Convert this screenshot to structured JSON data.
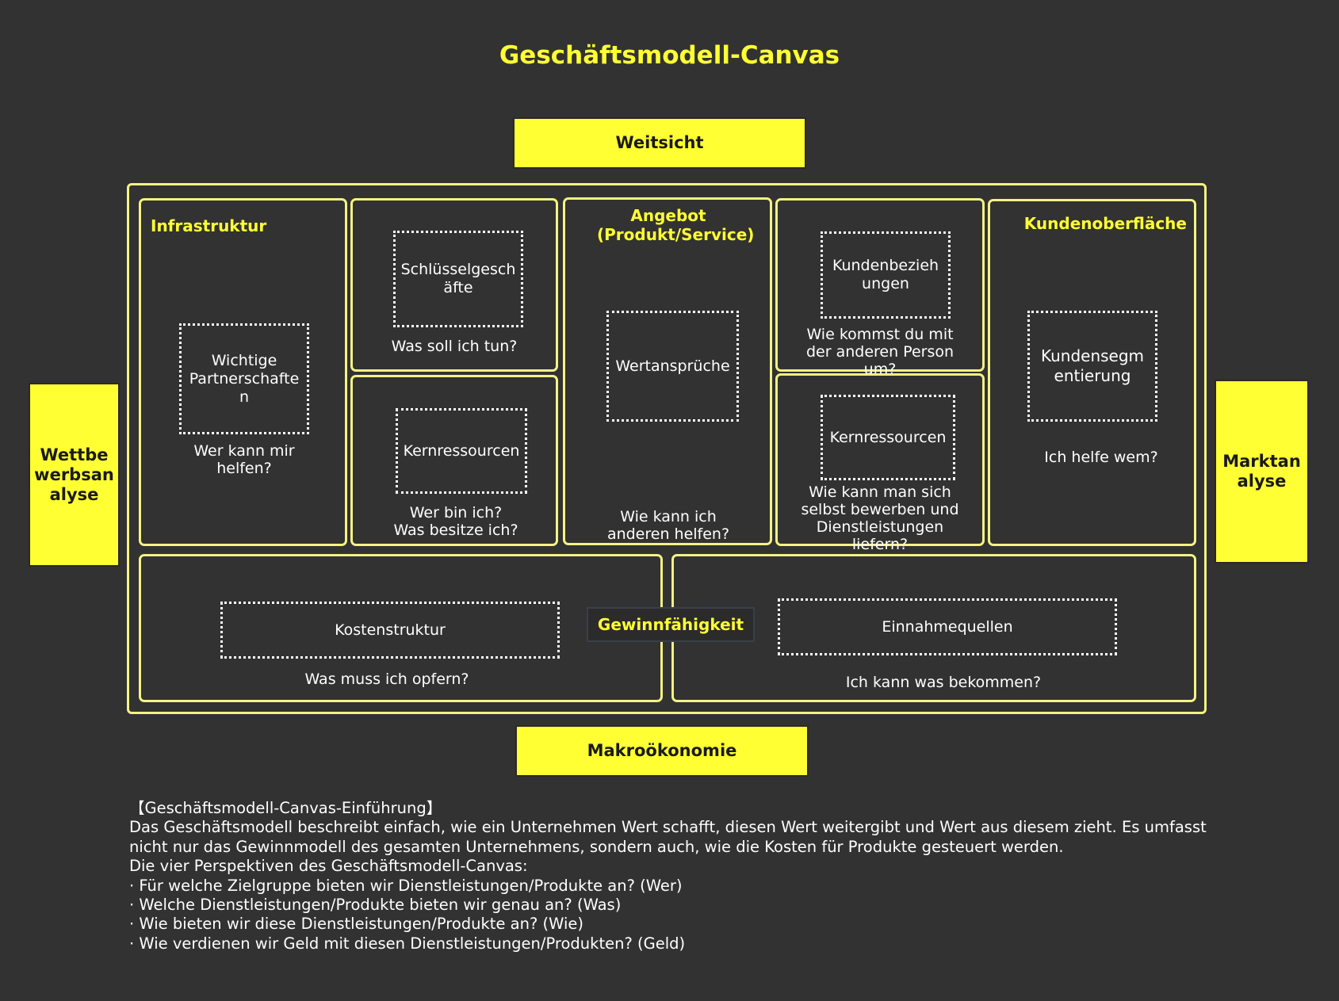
{
  "title": "Geschäftsmodell-Canvas",
  "outer_labels": {
    "top": "Weitsicht",
    "bottom": "Makroökonomie",
    "left": "Wettbe werbsan alyse",
    "right": "Marktan alyse"
  },
  "cells": {
    "infrastructure": {
      "label": "Infrastruktur",
      "box": "Wichtige Partnerschafte n",
      "question": "Wer kann mir helfen?"
    },
    "key_activities": {
      "box": "Schlüsselgesch äfte",
      "question": "Was soll ich tun?"
    },
    "key_resources_left": {
      "box": "Kernressourcen",
      "question": "Wer bin ich? Was besitze ich?"
    },
    "offer": {
      "label": "Angebot (Produkt/Service)",
      "box": "Wertansprüche",
      "question": "Wie kann ich anderen helfen?"
    },
    "customer_relationships": {
      "box": "Kundenbezieh ungen",
      "question": "Wie kommst du mit der anderen Person um?"
    },
    "key_resources_right": {
      "box": "Kernressourcen",
      "question": "Wie kann man sich selbst bewerben und Dienstleistungen liefern?"
    },
    "customer_interface": {
      "label": "Kundenoberfläche",
      "box": "Kundensegm entierung",
      "question": "Ich helfe wem?"
    },
    "cost_structure": {
      "box": "Kostenstruktur",
      "question": "Was muss ich opfern?"
    },
    "revenue_streams": {
      "box": "Einnahmequellen",
      "question": "Ich kann was bekommen?"
    },
    "profitability": {
      "label": "Gewinnfähigkeit"
    }
  },
  "intro": {
    "heading": "【Geschäftsmodell-Canvas-Einführung】",
    "line1": "Das Geschäftsmodell beschreibt einfach, wie ein Unternehmen Wert schafft, diesen Wert weitergibt und Wert aus diesem zieht. Es umfasst",
    "line2": "nicht nur das Gewinnmodell des gesamten Unternehmens, sondern auch, wie die Kosten für Produkte gesteuert werden.",
    "line3": "Die vier Perspektiven des Geschäftsmodell-Canvas:",
    "bullets": [
      "· Für welche Zielgruppe bieten wir Dienstleistungen/Produkte an? (Wer)",
      "· Welche Dienstleistungen/Produkte bieten wir genau an? (Was)",
      "· Wie bieten wir diese Dienstleistungen/Produkte an? (Wie)",
      "· Wie verdienen wir Geld mit diesen Dienstleistungen/Produkten? (Geld)"
    ]
  },
  "colors": {
    "background": "#323232",
    "accent_yellow": "#ffff33",
    "border_yellow": "#f3f383",
    "text": "#ffffff"
  }
}
